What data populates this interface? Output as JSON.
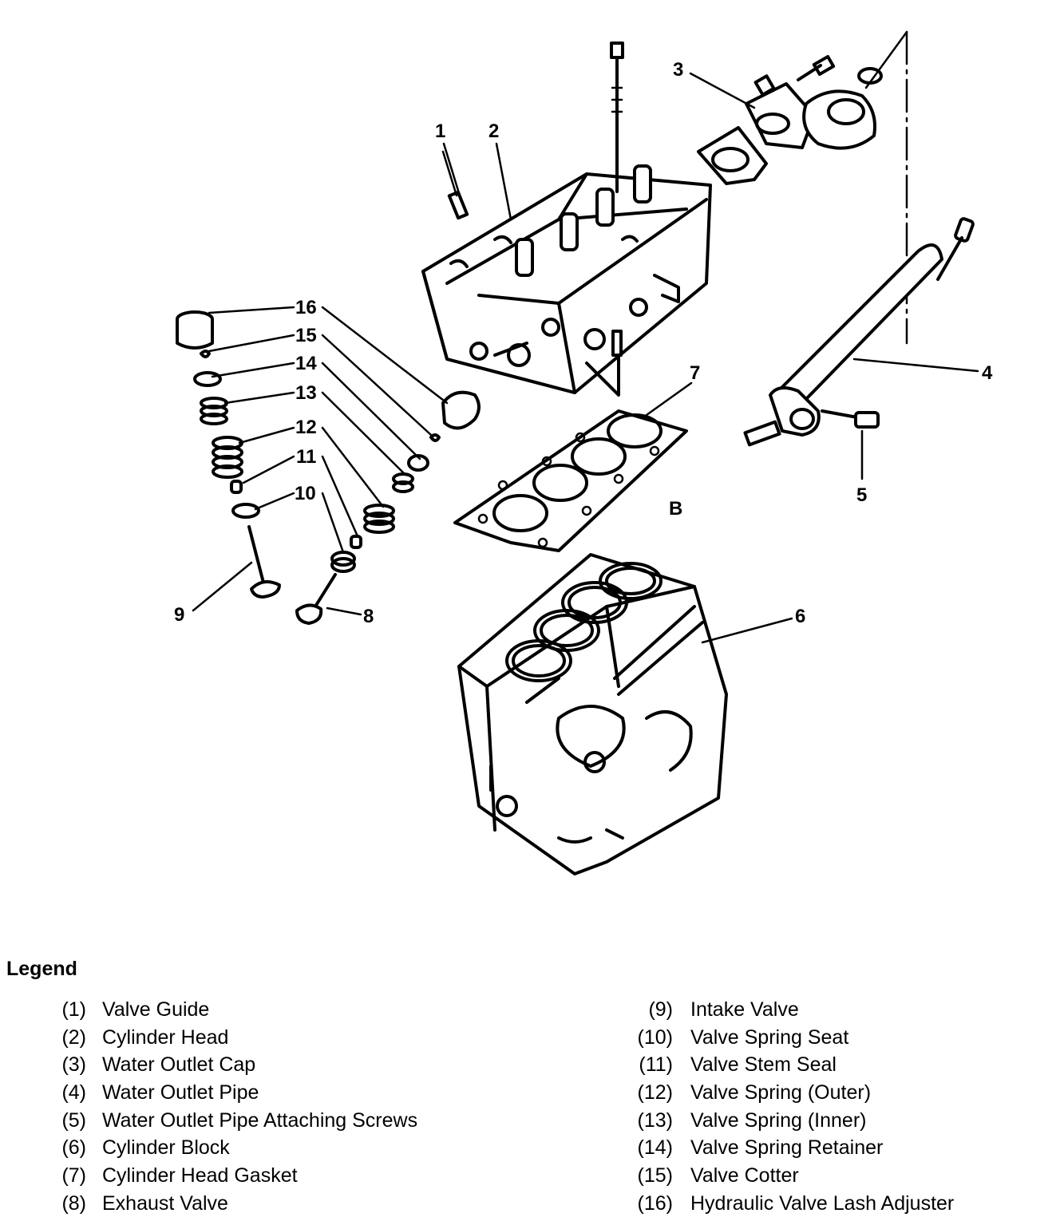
{
  "callouts": [
    "1",
    "2",
    "3",
    "4",
    "5",
    "6",
    "7",
    "8",
    "9",
    "10",
    "11",
    "12",
    "13",
    "14",
    "15",
    "16"
  ],
  "stray_mark": "B",
  "legend": {
    "title": "Legend",
    "items": [
      {
        "num": "(1)",
        "label": "Valve Guide"
      },
      {
        "num": "(2)",
        "label": "Cylinder Head"
      },
      {
        "num": "(3)",
        "label": "Water Outlet Cap"
      },
      {
        "num": "(4)",
        "label": "Water Outlet Pipe"
      },
      {
        "num": "(5)",
        "label": "Water Outlet Pipe Attaching Screws"
      },
      {
        "num": "(6)",
        "label": "Cylinder Block"
      },
      {
        "num": "(7)",
        "label": "Cylinder Head Gasket"
      },
      {
        "num": "(8)",
        "label": "Exhaust Valve"
      },
      {
        "num": "(9)",
        "label": "Intake Valve"
      },
      {
        "num": "(10)",
        "label": "Valve Spring Seat"
      },
      {
        "num": "(11)",
        "label": "Valve Stem Seal"
      },
      {
        "num": "(12)",
        "label": "Valve Spring (Outer)"
      },
      {
        "num": "(13)",
        "label": "Valve Spring (Inner)"
      },
      {
        "num": "(14)",
        "label": "Valve Spring Retainer"
      },
      {
        "num": "(15)",
        "label": "Valve Cotter"
      },
      {
        "num": "(16)",
        "label": "Hydraulic Valve Lash Adjuster"
      }
    ]
  }
}
